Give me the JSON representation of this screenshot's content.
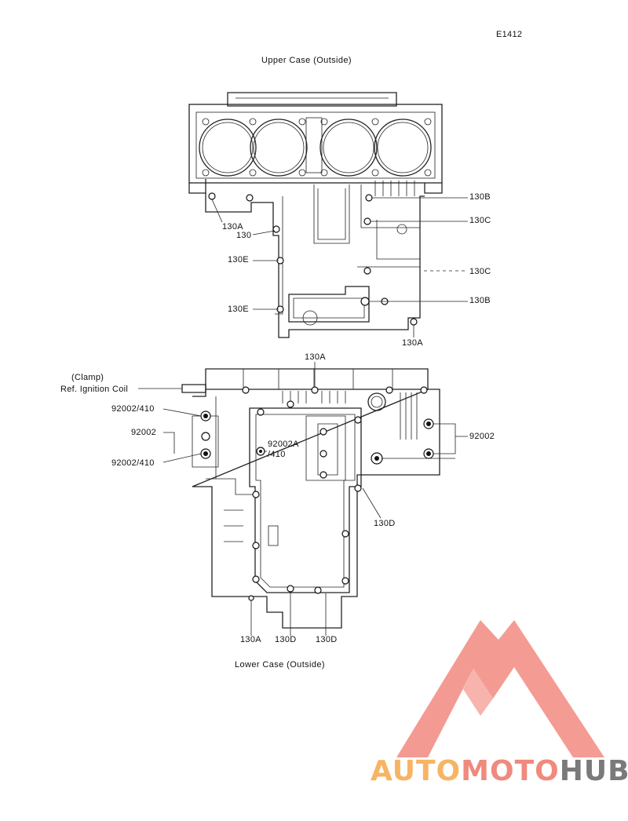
{
  "figure_code": "E1412",
  "upper_title": "Upper Case (Outside)",
  "lower_title": "Lower Case  (Outside)",
  "upper_labels": {
    "l130a": "130A",
    "l130": "130",
    "l130e_1": "130E",
    "l130e_2": "130E",
    "l130b_1": "130B",
    "l130c_1": "130C",
    "l130c_2": "130C",
    "l130b_2": "130B",
    "l130a_bottom": "130A"
  },
  "lower_labels": {
    "l130a_top": "130A",
    "clamp": "(Clamp)",
    "ignition": "Ref. Ignition Coil",
    "l92002_410_a": "92002/410",
    "l92002_left": "92002",
    "l92002_410_b": "92002/410",
    "l92002a": "92002A",
    "l410": "/410",
    "l92002_right": "92002",
    "l130d_right": "130D",
    "l130a_bottom": "130A",
    "l130d_b1": "130D",
    "l130d_b2": "130D"
  },
  "watermark": {
    "part1": "AUTO",
    "part2": "MOTO",
    "part3": "HUB",
    "colors": {
      "auto": "#f7b463",
      "moto": "#f08a7e",
      "hub": "#7a7a7a",
      "triangle": "#f28a80"
    }
  }
}
